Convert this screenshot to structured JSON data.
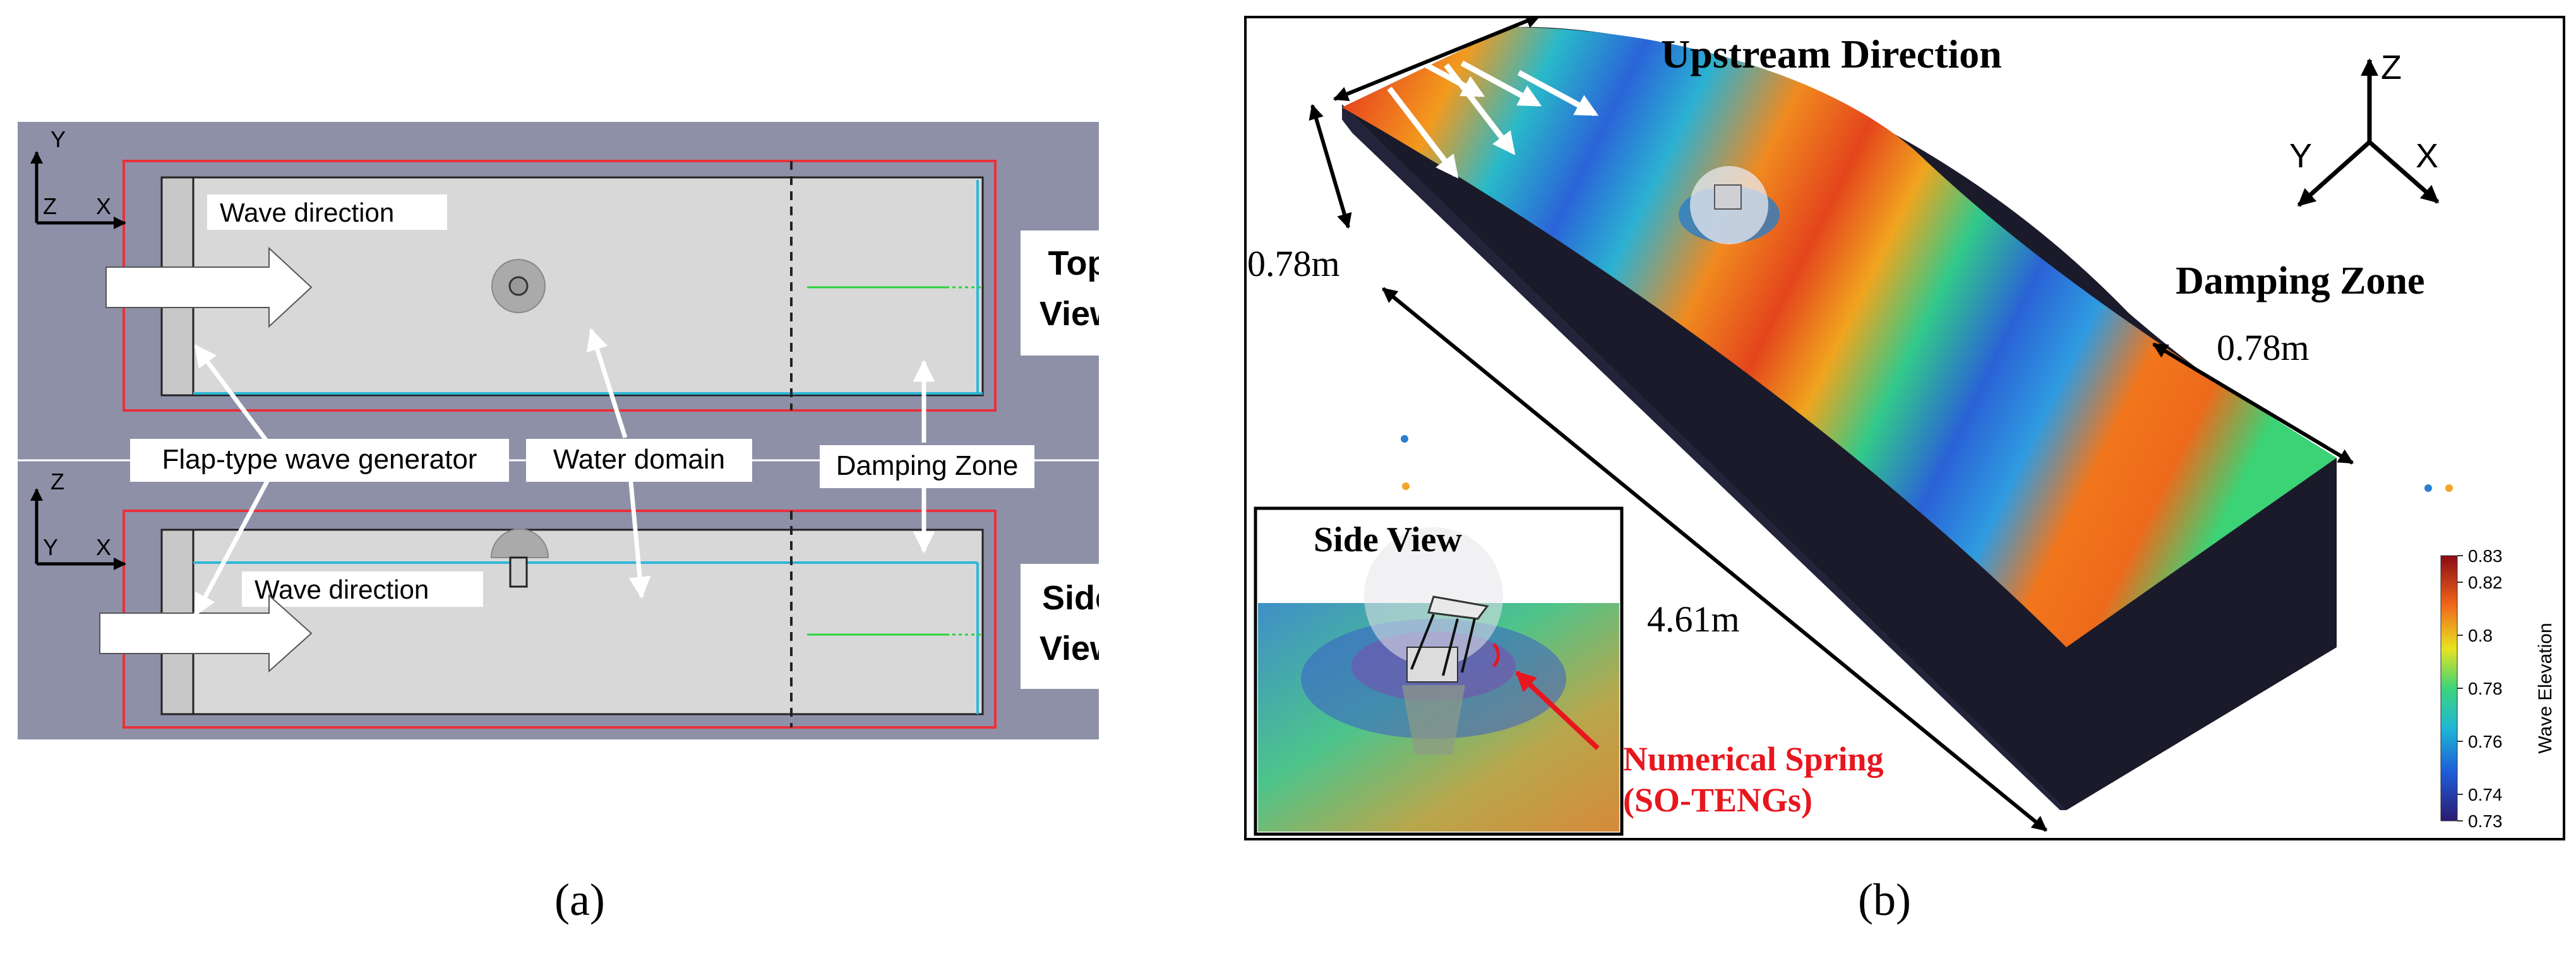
{
  "panel_a": {
    "top_view_axis": {
      "vertical": "Y",
      "depth": "Z",
      "horizontal": "X"
    },
    "side_view_axis": {
      "vertical": "Z",
      "depth": "Y",
      "horizontal": "X"
    },
    "top_wave_label": "Wave direction",
    "side_wave_label": "Wave direction",
    "top_view_label": {
      "line1": "Top",
      "line2": "View"
    },
    "side_view_label": {
      "line1": "Side",
      "line2": "View"
    },
    "labels": {
      "wave_generator": "Flap-type wave generator",
      "water_domain": "Water domain",
      "damping_zone": "Damping Zone"
    },
    "caption": "(a)"
  },
  "panel_b": {
    "title": "Upstream Direction",
    "damping_zone": "Damping Zone",
    "axis": {
      "z": "Z",
      "y": "Y",
      "x": "X"
    },
    "dimensions": {
      "left_depth": "0.78m",
      "right_width": "0.78m",
      "length": "4.61m"
    },
    "inset": {
      "title": "Side View",
      "callout_line1": "Numerical Spring",
      "callout_line2": "(SO-TENGs)"
    },
    "colorbar": {
      "title": "Wave Elevation",
      "ticks": [
        "0.83",
        "0.82",
        "0.8",
        "0.78",
        "0.76",
        "0.74",
        "0.73"
      ],
      "tick_values": [
        0.83,
        0.82,
        0.8,
        0.78,
        0.76,
        0.74,
        0.73
      ],
      "range": [
        0.73,
        0.83
      ]
    },
    "caption": "(b)"
  },
  "colors": {
    "frame_bg": "#8e90a8",
    "tank_fill": "#d8d8d8",
    "outline_red": "#e8313c",
    "water_line": "#2fb6d8",
    "green_line": "#27d43a",
    "spring_red": "#e8161e"
  }
}
